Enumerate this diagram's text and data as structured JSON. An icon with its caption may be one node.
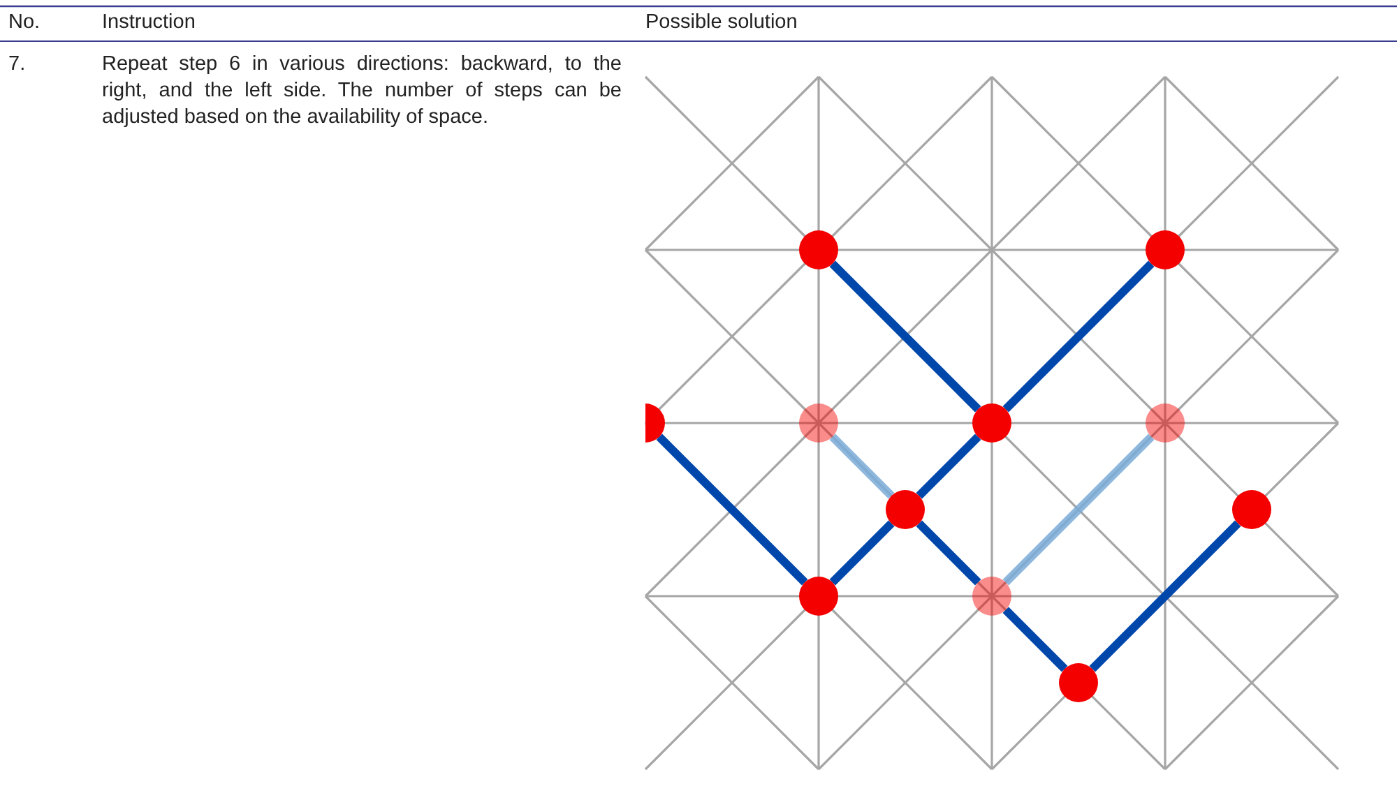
{
  "diagram": {
    "nodes": [
      {
        "text": [],
        "shape": "circle"
      },
      {
        "text": [],
        "shape": "circle"
      },
      {
        "text": [],
        "shape": "circle"
      },
      {
        "text": [],
        "shape": "circle"
      },
      {
        "text": [],
        "shape": "circle"
      },
      {
        "text": [],
        "shape": "circle"
      },
      {
        "text": [],
        "shape": "circle"
      },
      {
        "text": [],
        "shape": "circle"
      },
      {
        "text": [],
        "shape": "circle"
      },
      {
        "text": [],
        "shape": "circle"
      },
      {
        "text": [],
        "shape": "circle"
      }
    ],
    "edges": [
      {
        "from": 0,
        "to": 4,
        "arrow": "none"
      },
      {
        "from": 1,
        "to": 4,
        "arrow": "none"
      },
      {
        "from": 4,
        "to": 6,
        "arrow": "none"
      },
      {
        "from": 6,
        "to": 8,
        "arrow": "none"
      },
      {
        "from": 2,
        "to": 8,
        "arrow": "none"
      },
      {
        "from": 3,
        "to": 6,
        "arrow": "none",
        "color": "#7aaad8"
      },
      {
        "from": 6,
        "to": 9,
        "arrow": "none"
      },
      {
        "from": 9,
        "to": 10,
        "arrow": "none"
      },
      {
        "from": 9,
        "to": 5,
        "arrow": "none",
        "color": "#7aaad8"
      },
      {
        "from": 10,
        "to": 7,
        "arrow": "none"
      }
    ],
    "labels": [
      "No.",
      "Instruction",
      "Possible solution",
      "7.",
      "Repeat step 6 in various directions: backward, to the right, and the left side. The number of steps can be adjusted based on the availability of space."
    ]
  }
}
